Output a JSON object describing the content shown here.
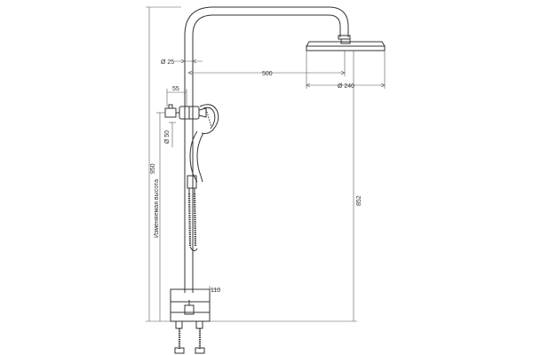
{
  "diagram": {
    "line_color": "#333333",
    "background": "#ffffff"
  },
  "dimensions": {
    "pipe_diameter": "Ø 25",
    "arm_length": "500",
    "head_diameter": "Ø 240",
    "holder_offset": "55",
    "holder_diameter": "Ø 50",
    "total_height": "950",
    "adjustable_height": "Изменяемая высота",
    "riser_height": "852",
    "mixer_depth": "110"
  }
}
